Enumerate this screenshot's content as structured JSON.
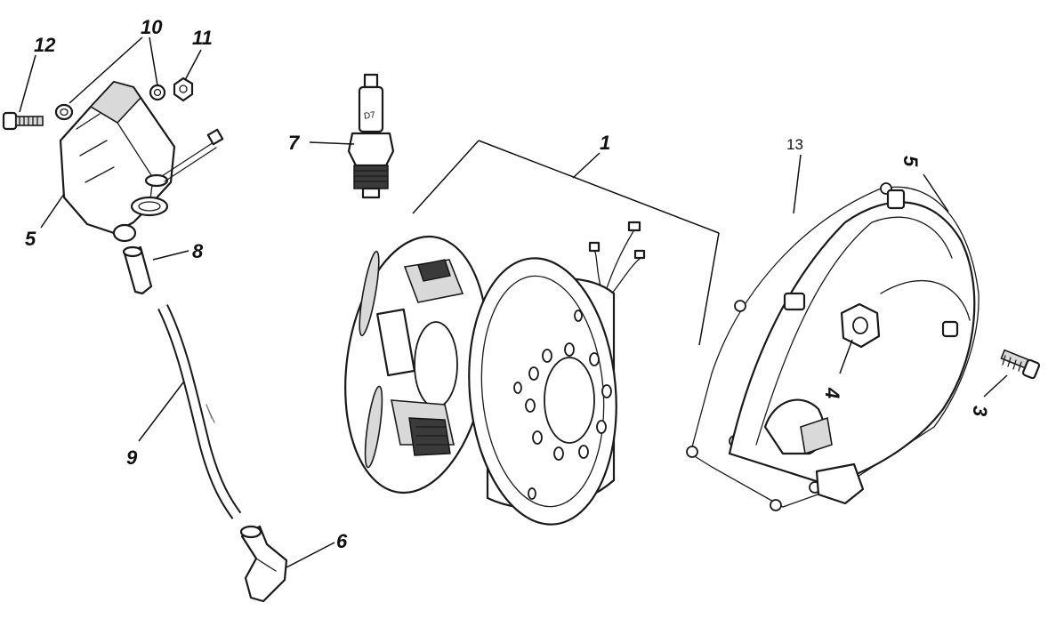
{
  "labels": {
    "l1": "1",
    "l3": "3",
    "l4": "4",
    "l5a": "5",
    "l5b": "5",
    "l6": "6",
    "l7": "7",
    "l8": "8",
    "l9": "9",
    "l10": "10",
    "l11": "11",
    "l12": "12",
    "l13": "13"
  },
  "parts": {
    "spark_plug_marking": "D7"
  }
}
